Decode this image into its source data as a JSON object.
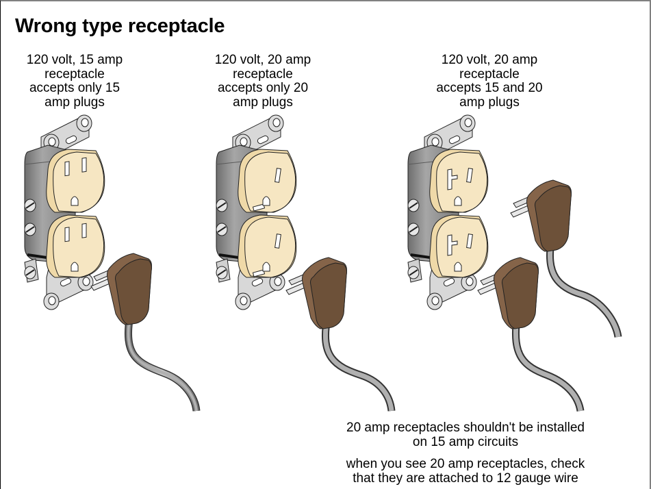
{
  "title": "Wrong type receptacle",
  "panels": [
    {
      "caption": [
        "120 volt, 15 amp",
        "receptacle",
        "accepts only 15",
        "amp plugs"
      ],
      "receptacle_type": "15-amp",
      "plugs": [
        "15-amp-plug"
      ]
    },
    {
      "caption": [
        "120 volt, 20 amp",
        "receptacle",
        "accepts only 20",
        "amp plugs"
      ],
      "receptacle_type": "20-amp-only",
      "plugs": [
        "20-amp-plug"
      ]
    },
    {
      "caption": [
        "120 volt, 20 amp",
        "receptacle",
        "accepts 15 and 20",
        "amp plugs"
      ],
      "receptacle_type": "20-amp-t-slot",
      "plugs": [
        "15-amp-plug",
        "20-amp-plug"
      ]
    }
  ],
  "notes": {
    "note1": [
      "20 amp receptacles shouldn't be installed",
      "on 15 amp circuits"
    ],
    "note2": [
      "when you see 20 amp receptacles, check",
      "that they are attached to 12 gauge wire"
    ]
  },
  "colors": {
    "face": "#f4e3bd",
    "face_edge": "#e8d2a0",
    "body": "#8c8c8c",
    "body_light": "#b4b4b4",
    "strap": "#d9d9d9",
    "plug": "#7a5c44",
    "plug_dark": "#6a4e38",
    "cord": "#9a9a9a",
    "border_gray": "#808080"
  }
}
